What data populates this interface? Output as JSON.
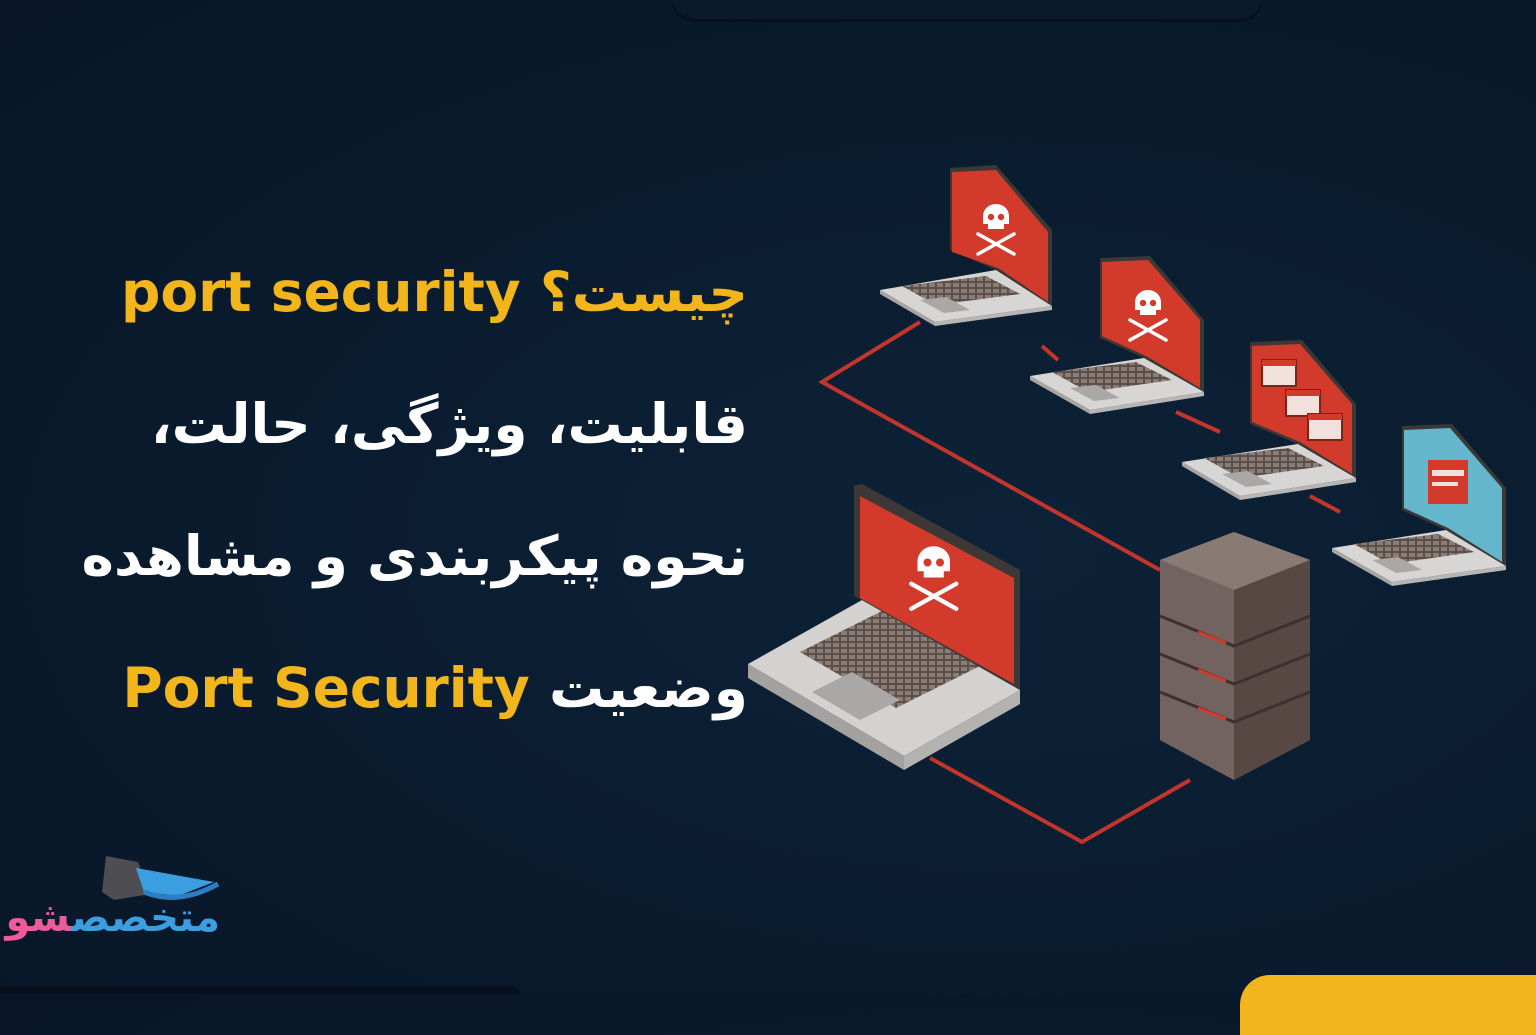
{
  "heading": {
    "line1_prefix": "چیست؟",
    "line1_en": "port security",
    "line2": "قابلیت، ویژگی، حالت،",
    "line3": "نحوه پیکربندی و مشاهده",
    "line4_prefix": "وضعیت",
    "line4_en": "Port Security"
  },
  "logo": {
    "text_main": "متخصص",
    "text_accent": "شو"
  },
  "colors": {
    "background": "#0a1b2e",
    "accent_yellow": "#f2b51c",
    "text_white": "#ffffff",
    "laptop_red": "#d23a2c",
    "laptop_blue": "#64b6cd",
    "cable_red": "#c2352a",
    "server_brown": "#6a5a56",
    "logo_blue": "#3a9ee0",
    "logo_pink": "#ec5b9a"
  },
  "icons": [
    "skull-crossbones-icon",
    "server-icon",
    "laptop-icon",
    "warning-window-icon"
  ]
}
